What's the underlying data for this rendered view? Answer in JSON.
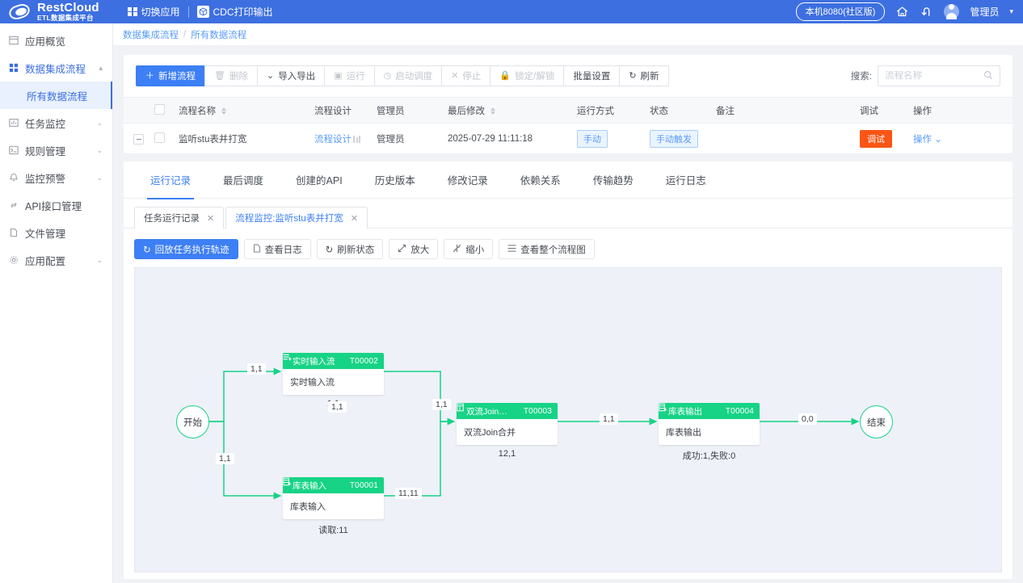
{
  "topbar": {
    "brand_name": "RestCloud",
    "brand_sub": "ETL数据集成平台",
    "switch_app": "切换应用",
    "cdc_app": "CDC打印输出",
    "host_chip": "本机8080(社区版)",
    "user_name": "管理员",
    "accent": "#3d6fe0"
  },
  "sidebar": {
    "items": [
      {
        "label": "应用概览",
        "icon": "overview-icon",
        "expandable": false
      },
      {
        "label": "数据集成流程",
        "icon": "integration-icon",
        "expandable": true,
        "active": true
      },
      {
        "label": "任务监控",
        "icon": "monitor-icon",
        "expandable": true
      },
      {
        "label": "规则管理",
        "icon": "rules-icon",
        "expandable": true
      },
      {
        "label": "监控预警",
        "icon": "alert-icon",
        "expandable": true
      },
      {
        "label": "API接口管理",
        "icon": "api-icon",
        "expandable": false
      },
      {
        "label": "文件管理",
        "icon": "file-icon",
        "expandable": false
      },
      {
        "label": "应用配置",
        "icon": "config-icon",
        "expandable": true
      }
    ],
    "sub_item": "所有数据流程"
  },
  "breadcrumb": {
    "parent": "数据集成流程",
    "sep": "/",
    "current": "所有数据流程"
  },
  "toolbar": {
    "buttons": [
      {
        "label": "新增流程",
        "icon": "plus-icon",
        "state": "primary"
      },
      {
        "label": "删除",
        "icon": "trash-icon",
        "state": "disabled"
      },
      {
        "label": "导入导出",
        "icon": "chevron-down-icon",
        "state": "normal"
      },
      {
        "label": "运行",
        "icon": "play-icon",
        "state": "disabled"
      },
      {
        "label": "启动调度",
        "icon": "clock-icon",
        "state": "disabled"
      },
      {
        "label": "停止",
        "icon": "close-icon",
        "state": "disabled"
      },
      {
        "label": "锁定/解锁",
        "icon": "lock-icon",
        "state": "disabled"
      },
      {
        "label": "批量设置",
        "icon": "",
        "state": "normal"
      },
      {
        "label": "刷新",
        "icon": "refresh-icon",
        "state": "normal"
      }
    ],
    "search_label": "搜索:",
    "search_placeholder": "流程名称",
    "search_value": ""
  },
  "table": {
    "headers": [
      "",
      "",
      "流程名称",
      "流程设计",
      "管理员",
      "最后修改",
      "运行方式",
      "状态",
      "备注",
      "调试",
      "操作"
    ],
    "rows": [
      {
        "name": "监听stu表并打宽",
        "design": "流程设计",
        "admin": "管理员",
        "modified": "2025-07-29 11:11:18",
        "run_mode": "手动",
        "status": "手动触发",
        "remark": "",
        "debug": "调试",
        "op": "操作"
      }
    ]
  },
  "tabs": {
    "items": [
      "运行记录",
      "最后调度",
      "创建的API",
      "历史版本",
      "修改记录",
      "依赖关系",
      "传输趋势",
      "运行日志"
    ],
    "active_index": 0
  },
  "subtabs": {
    "items": [
      {
        "label": "任务运行记录",
        "active": false
      },
      {
        "label": "流程监控:监听stu表并打宽",
        "active": true
      }
    ]
  },
  "diagram_toolbar": {
    "buttons": [
      {
        "label": "回放任务执行轨迹",
        "icon": "refresh-icon",
        "state": "primary"
      },
      {
        "label": "查看日志",
        "icon": "file-icon",
        "state": "normal"
      },
      {
        "label": "刷新状态",
        "icon": "refresh-icon",
        "state": "normal"
      },
      {
        "label": "放大",
        "icon": "zoom-in-icon",
        "state": "normal"
      },
      {
        "label": "缩小",
        "icon": "zoom-out-icon",
        "state": "normal"
      },
      {
        "label": "查看整个流程图",
        "icon": "fit-icon",
        "state": "normal"
      }
    ]
  },
  "flow": {
    "node_color": "#17d386",
    "start": {
      "label": "开始"
    },
    "end": {
      "label": "结束"
    },
    "nodes": [
      {
        "title": "实时输入流",
        "id": "T00002",
        "body": "实时输入流",
        "stat": "1,1",
        "icon": "stream-input-icon"
      },
      {
        "title": "库表输入",
        "id": "T00001",
        "body": "库表输入",
        "stat": "读取:11",
        "icon": "table-input-icon"
      },
      {
        "title": "双流Join…",
        "id": "T00003",
        "body": "双流Join合并",
        "stat": "12,1",
        "icon": "join-icon"
      },
      {
        "title": "库表输出",
        "id": "T00004",
        "body": "库表输出",
        "stat": "成功:1,失败:0",
        "icon": "table-output-icon"
      }
    ],
    "edge_labels": [
      "1,1",
      "1,1",
      "1,1",
      "1,1",
      "11,11",
      "1,1",
      "0,0"
    ]
  }
}
